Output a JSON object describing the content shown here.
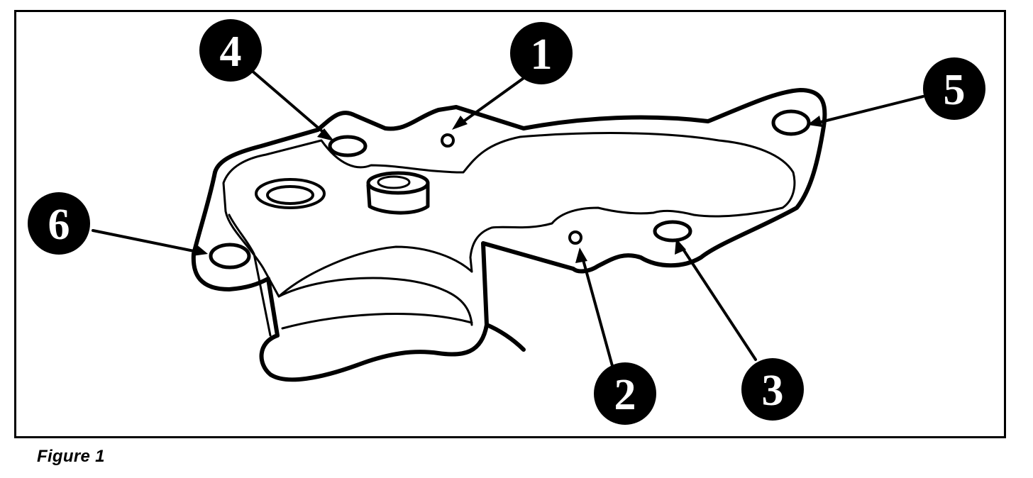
{
  "figure": {
    "caption": "Figure 1"
  },
  "callouts": [
    {
      "id": "1",
      "label": "1"
    },
    {
      "id": "2",
      "label": "2"
    },
    {
      "id": "3",
      "label": "3"
    },
    {
      "id": "4",
      "label": "4"
    },
    {
      "id": "5",
      "label": "5"
    },
    {
      "id": "6",
      "label": "6"
    }
  ],
  "colors": {
    "ink": "#000000",
    "paper": "#ffffff"
  }
}
